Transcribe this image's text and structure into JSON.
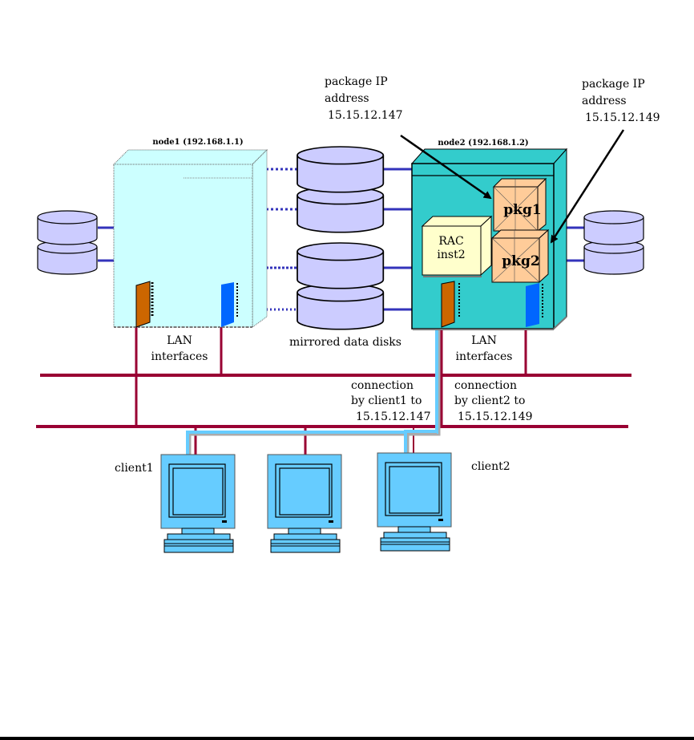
{
  "colors": {
    "lan": "#990033",
    "disk_fill": "#ccccff",
    "disk_link": "#3333bb",
    "node1_fill": "#ccffff",
    "node2_fill": "#33cccc",
    "pkg_fill": "#ffcc99",
    "rac_fill": "#ffffcc",
    "client_fill": "#66ccff",
    "client_link": "#66ccff",
    "nic_orange": "#cc6600",
    "nic_blue": "#0066ff"
  },
  "nodes": {
    "node1": {
      "label": "node1 (192.168.1.1)"
    },
    "node2": {
      "label": "node2 (192.168.1.2)"
    }
  },
  "packages": {
    "pkg1": {
      "label": "pkg1"
    },
    "pkg2": {
      "label": "pkg2"
    }
  },
  "rac": {
    "line1": "RAC",
    "line2": "inst2"
  },
  "annotations": {
    "pkg1_ip": {
      "line1": "package IP",
      "line2": "address",
      "line3": "15.15.12.147"
    },
    "pkg2_ip": {
      "line1": "package IP",
      "line2": "address",
      "line3": "15.15.12.149"
    },
    "lan_left": {
      "line1": "LAN",
      "line2": "interfaces"
    },
    "lan_right": {
      "line1": "LAN",
      "line2": "interfaces"
    },
    "mirrored": "mirrored data disks",
    "conn1": {
      "line1": "connection",
      "line2": "by client1 to",
      "line3": "15.15.12.147"
    },
    "conn2": {
      "line1": "connection",
      "line2": "by client2 to",
      "line3": "15.15.12.149"
    }
  },
  "clients": {
    "client1": {
      "label": "client1"
    },
    "client2": {
      "label": "client2"
    }
  }
}
